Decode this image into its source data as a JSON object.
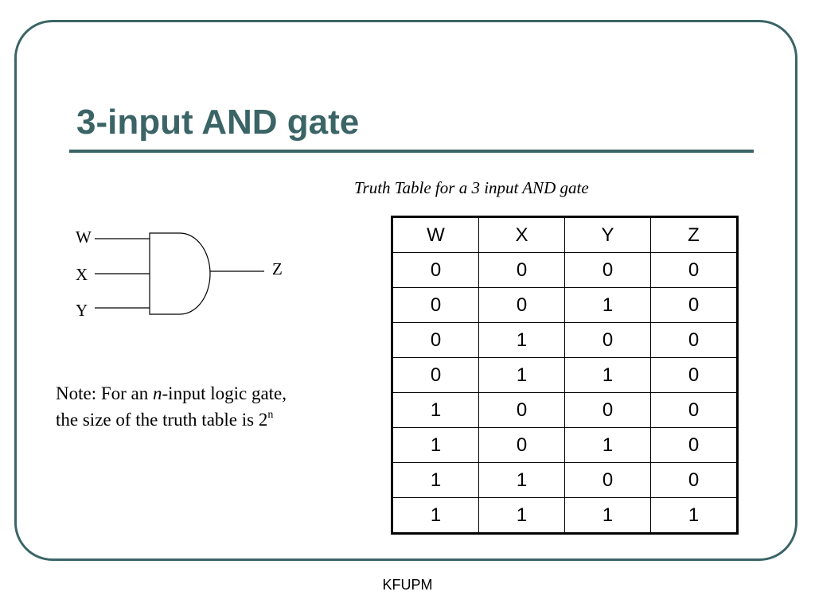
{
  "slide": {
    "title": "3-input AND gate",
    "footer": "KFUPM"
  },
  "diagram": {
    "gate_type": "AND",
    "inputs": [
      "W",
      "X",
      "Y"
    ],
    "output": "Z"
  },
  "note": {
    "line1_prefix": "Note: For an ",
    "line1_var": "n",
    "line1_suffix": "-input logic gate,",
    "line2_prefix": "the size of the truth table is 2",
    "line2_exponent": "n"
  },
  "truth_table": {
    "caption": "Truth Table for a 3 input AND gate",
    "headers": [
      "W",
      "X",
      "Y",
      "Z"
    ],
    "rows": [
      [
        "0",
        "0",
        "0",
        "0"
      ],
      [
        "0",
        "0",
        "1",
        "0"
      ],
      [
        "0",
        "1",
        "0",
        "0"
      ],
      [
        "0",
        "1",
        "1",
        "0"
      ],
      [
        "1",
        "0",
        "0",
        "0"
      ],
      [
        "1",
        "0",
        "1",
        "0"
      ],
      [
        "1",
        "1",
        "0",
        "0"
      ],
      [
        "1",
        "1",
        "1",
        "1"
      ]
    ]
  }
}
